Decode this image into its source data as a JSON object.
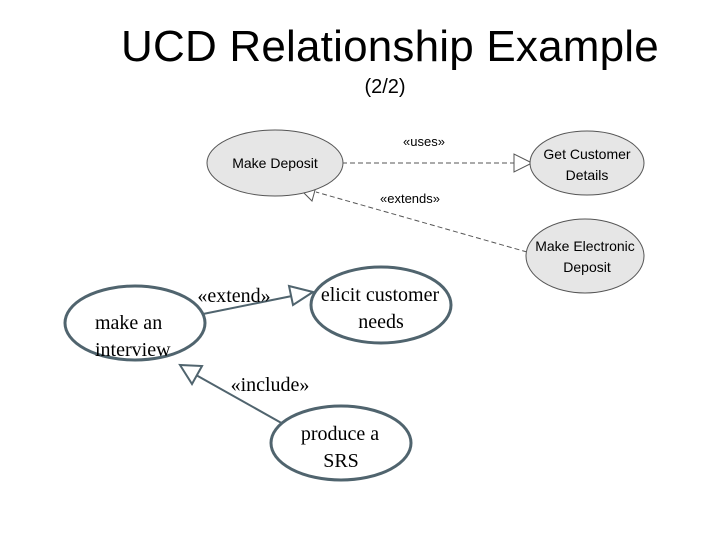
{
  "slide": {
    "title": "UCD Relationship Example",
    "subtitle": "(2/2)"
  },
  "upper_diagram": {
    "use_cases": {
      "make_deposit": [
        "Make Deposit"
      ],
      "get_customer_details": [
        "Get Customer",
        "Details"
      ],
      "make_electronic_deposit": [
        "Make Electronic",
        "Deposit"
      ]
    },
    "relations": {
      "uses_label": "«uses»",
      "extends_label": "«extends»"
    },
    "colors": {
      "ellipse_fill": "#e6e6e6",
      "stroke": "#555555"
    }
  },
  "lower_diagram": {
    "use_cases": {
      "make_an_interview": [
        "make an",
        "interview"
      ],
      "elicit_customer_needs": [
        "elicit customer",
        "needs"
      ],
      "produce_a_srs": [
        "produce a",
        "SRS"
      ]
    },
    "relations": {
      "extend_label": "«extend»",
      "include_label": "«include»"
    },
    "colors": {
      "ellipse_fill": "#ffffff",
      "ellipse_stroke": "#50646e",
      "arrow_stroke": "#50646e"
    }
  }
}
